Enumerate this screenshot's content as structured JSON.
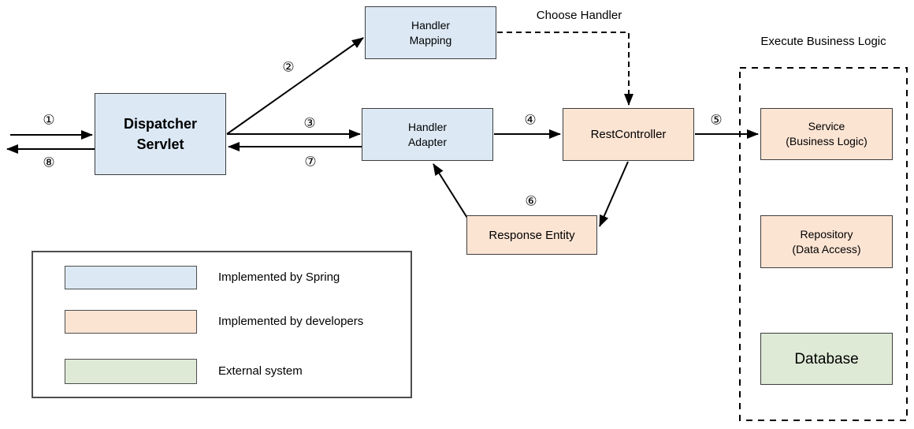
{
  "nodes": {
    "dispatcher_servlet": {
      "line1": "Dispatcher",
      "line2": "Servlet"
    },
    "handler_mapping": {
      "line1": "Handler",
      "line2": "Mapping"
    },
    "handler_adapter": {
      "line1": "Handler",
      "line2": "Adapter"
    },
    "rest_controller": {
      "label": "RestController"
    },
    "response_entity": {
      "label": "Response Entity"
    },
    "service": {
      "line1": "Service",
      "line2": "(Business Logic)"
    },
    "repository": {
      "line1": "Repository",
      "line2": "(Data Access)"
    },
    "database": {
      "label": "Database"
    }
  },
  "annotations": {
    "choose_handler": "Choose Handler",
    "execute_business_logic": "Execute Business Logic"
  },
  "steps": [
    {
      "glyph": "①"
    },
    {
      "glyph": "②"
    },
    {
      "glyph": "③"
    },
    {
      "glyph": "④"
    },
    {
      "glyph": "⑤"
    },
    {
      "glyph": "⑥"
    },
    {
      "glyph": "⑦"
    },
    {
      "glyph": "⑧"
    }
  ],
  "legend": {
    "items": [
      {
        "label": "Implemented by Spring",
        "color": "#dce9f5"
      },
      {
        "label": "Implemented by developers",
        "color": "#fce4d3"
      },
      {
        "label": "External system",
        "color": "#deead6"
      }
    ]
  },
  "colors": {
    "spring_box": "#dce9f5",
    "developer_box": "#fce4d3",
    "external_box": "#deead6",
    "line": "#000000",
    "border": "#3d3d3d"
  }
}
